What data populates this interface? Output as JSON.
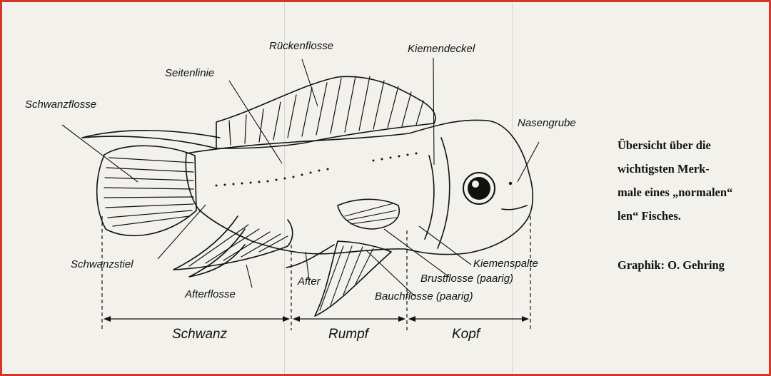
{
  "labels": {
    "rueckenflosse": "Rückenflosse",
    "kiemendeckel": "Kiemendeckel",
    "seitenlinie": "Seitenlinie",
    "schwanzflosse": "Schwanzflosse",
    "nasengrube": "Nasengrube",
    "schwanzstiel": "Schwanzstiel",
    "kiemenspalte": "Kiemenspalte",
    "brustflosse": "Brustflosse (paarig)",
    "afterflosse": "Afterflosse",
    "after": "After",
    "bauchflosse": "Bauchflosse (paarig)"
  },
  "sections": {
    "schwanz": "Schwanz",
    "rumpf": "Rumpf",
    "kopf": "Kopf"
  },
  "caption": {
    "lines": [
      "Übersicht über die",
      "wichtigsten Merk-",
      "male eines „normalen“",
      "len“ Fisches."
    ],
    "credit": "Graphik: O. Gehring"
  },
  "background_text": {
    "col1": [
      "",
      "",
      "",
      "",
      "",
      "",
      "",
      "",
      "",
      "",
      "",
      "",
      "",
      "",
      "",
      "",
      "",
      "",
      ""
    ],
    "col2": [],
    "col3": [],
    "col4": []
  },
  "colors": {
    "border": "#d9342b",
    "paper": "#f2f1ec",
    "ink": "#111111",
    "bleed": "#d8d6d0"
  }
}
